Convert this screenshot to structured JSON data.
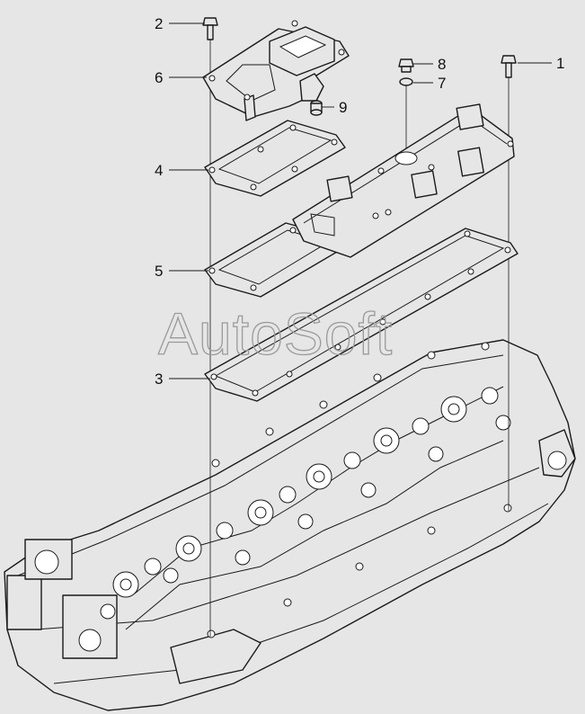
{
  "callouts": [
    {
      "number": "1"
    },
    {
      "number": "2"
    },
    {
      "number": "3"
    },
    {
      "number": "4"
    },
    {
      "number": "5"
    },
    {
      "number": "6"
    },
    {
      "number": "7"
    },
    {
      "number": "8"
    },
    {
      "number": "9"
    }
  ],
  "watermark": {
    "text": "AutoSoft"
  }
}
